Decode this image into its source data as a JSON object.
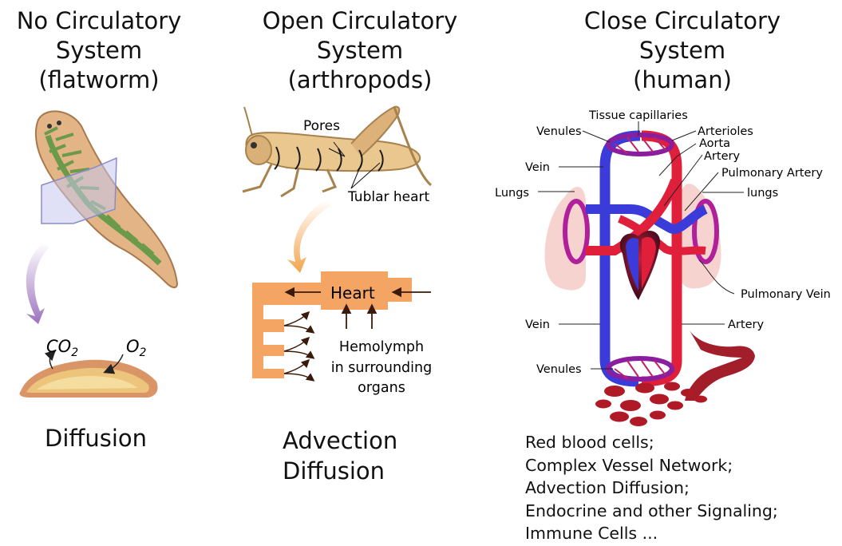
{
  "panels": [
    {
      "title_lines": [
        "No Circulatory",
        "System",
        "(flatworm)"
      ],
      "caption_lines": [
        "Diffusion"
      ],
      "gas_labels": {
        "co2": "CO",
        "co2_sub": "2",
        "o2": "O",
        "o2_sub": "2"
      }
    },
    {
      "title_lines": [
        "Open Circulatory",
        "System",
        "(arthropods)"
      ],
      "caption_lines": [
        "Advection",
        "Diffusion"
      ],
      "labels": {
        "pores": "Pores",
        "tubular_heart": "Tublar heart",
        "heart": "Heart",
        "hemolymph": [
          "Hemolymph",
          "in surrounding",
          "organs"
        ]
      }
    },
    {
      "title_lines": [
        "Close Circulatory",
        "System",
        "(human)"
      ],
      "labels": {
        "tissue_capillaries": "Tissue capillaries",
        "venules_top": "Venules",
        "arterioles": "Arterioles",
        "aorta": "Aorta",
        "artery_top": "Artery",
        "vein_top": "Vein",
        "pulmonary_artery": "Pulmonary Artery",
        "lungs_left": "Lungs",
        "lungs_right": "lungs",
        "pulmonary_vein": "Pulmonary Vein",
        "vein_bottom": "Vein",
        "artery_bottom": "Artery",
        "venules_bottom": "Venules"
      },
      "notes": [
        "Red blood cells;",
        "Complex Vessel Network;",
        "Advection Diffusion;",
        "Endocrine and other Signaling;",
        "Immune Cells ..."
      ]
    }
  ],
  "colors": {
    "vein_blue": "#3b3bd9",
    "artery_red": "#e0203a",
    "lung_pink": "#f6d3cf",
    "insect_orange": "#f4a463",
    "flatworm_green": "#6b9a4a",
    "flatworm_body": "#e3b486",
    "arrow_purple": "#9c73bf"
  }
}
